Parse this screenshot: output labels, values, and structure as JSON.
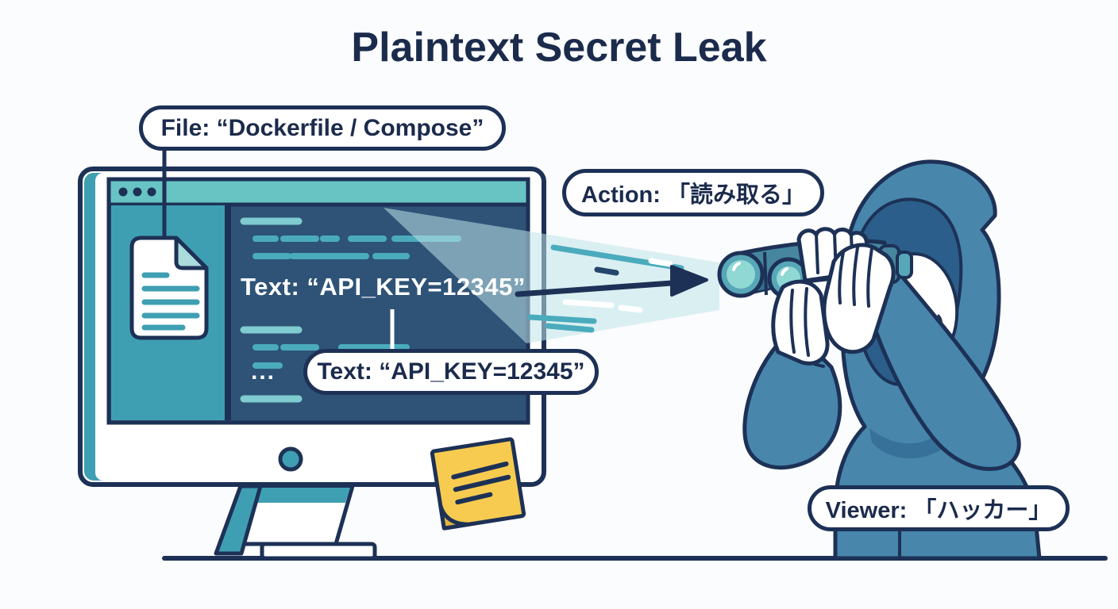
{
  "page": {
    "title": "Plaintext Secret Leak"
  },
  "callouts": {
    "file": "File: “Dockerfile / Compose”",
    "action": "Action: 「読み取る」",
    "text": "Text: “API_KEY=12345”",
    "viewer": "Viewer: 「ハッカー」"
  },
  "screen": {
    "secret_text": "Text: “API_KEY=12345”",
    "ellipsis": "..."
  },
  "icons": {
    "window_dots": "window-dots-icon",
    "document": "document-icon",
    "sticky_note": "sticky-note-icon",
    "binoculars": "binoculars-icon",
    "arrow": "read-arrow-icon",
    "light_beam": "light-beam"
  },
  "colors": {
    "navy": "#1d3156",
    "navyText": "#1b2b4c",
    "titlebar": "#68c4c3",
    "sidebar": "#3f9fb2",
    "codeBg": "#2e5377",
    "dash": "#4aabbd",
    "dashLight": "#7fcbcf",
    "white": "#ffffff",
    "beam": "#bfe3e9",
    "lens": "#8fd8d4",
    "lensRing": "#57a7b8",
    "barrel": "#47869f",
    "barrelShade": "#336f90",
    "hoodie": "#4886ac",
    "hoodieShade": "#37719a",
    "hoodInner": "#2b5e8a",
    "sticky": "#f6cb4f",
    "stickyFold": "#e3b53f",
    "bg": "#fbfcfd"
  }
}
